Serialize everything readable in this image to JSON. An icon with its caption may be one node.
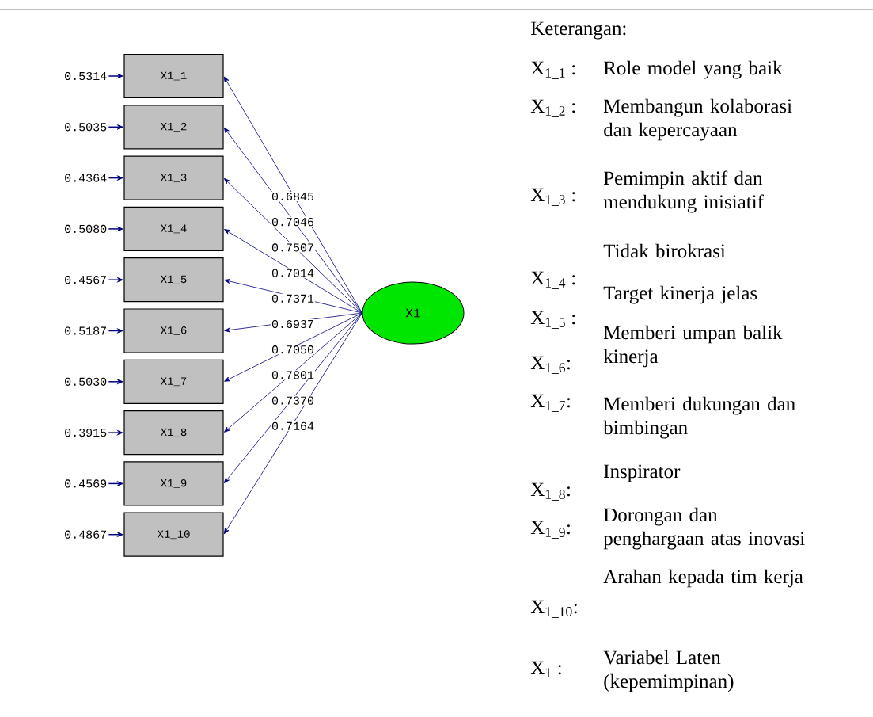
{
  "diagram": {
    "nodes": [
      {
        "text": [
          "X1_1"
        ]
      },
      {
        "text": [
          "X1_2"
        ]
      },
      {
        "text": [
          "X1_3"
        ]
      },
      {
        "text": [
          "X1_4"
        ]
      },
      {
        "text": [
          "X1_5"
        ]
      },
      {
        "text": [
          "X1_6"
        ]
      },
      {
        "text": [
          "X1_7"
        ]
      },
      {
        "text": [
          "X1_8"
        ]
      },
      {
        "text": [
          "X1_9"
        ]
      },
      {
        "text": [
          "X1_10"
        ]
      },
      {
        "text": [
          "X1"
        ]
      }
    ],
    "edges": [
      {
        "from": 10,
        "to": 0,
        "arrow": "to",
        "label": "0.6845"
      },
      {
        "from": 10,
        "to": 1,
        "arrow": "to",
        "label": "0.7046"
      },
      {
        "from": 10,
        "to": 2,
        "arrow": "to",
        "label": "0.7507"
      },
      {
        "from": 10,
        "to": 3,
        "arrow": "to",
        "label": "0.7014"
      },
      {
        "from": 10,
        "to": 4,
        "arrow": "to",
        "label": "0.7371"
      },
      {
        "from": 10,
        "to": 5,
        "arrow": "to",
        "label": "0.6937"
      },
      {
        "from": 10,
        "to": 6,
        "arrow": "to",
        "label": "0.7050"
      },
      {
        "from": 10,
        "to": 7,
        "arrow": "to",
        "label": "0.7801"
      },
      {
        "from": 10,
        "to": 8,
        "arrow": "to",
        "label": "0.7370"
      },
      {
        "from": 10,
        "to": 9,
        "arrow": "to",
        "label": "0.7164"
      },
      {
        "from": null,
        "to": 0,
        "arrow": "to",
        "label": "0.5314"
      },
      {
        "from": null,
        "to": 1,
        "arrow": "to",
        "label": "0.5035"
      },
      {
        "from": null,
        "to": 2,
        "arrow": "to",
        "label": "0.4364"
      },
      {
        "from": null,
        "to": 3,
        "arrow": "to",
        "label": "0.5080"
      },
      {
        "from": null,
        "to": 4,
        "arrow": "to",
        "label": "0.4567"
      },
      {
        "from": null,
        "to": 5,
        "arrow": "to",
        "label": "0.5187"
      },
      {
        "from": null,
        "to": 6,
        "arrow": "to",
        "label": "0.5030"
      },
      {
        "from": null,
        "to": 7,
        "arrow": "to",
        "label": "0.3915"
      },
      {
        "from": null,
        "to": 8,
        "arrow": "to",
        "label": "0.4569"
      },
      {
        "from": null,
        "to": 9,
        "arrow": "to",
        "label": "0.4867"
      }
    ],
    "labels": [
      "Keterangan:",
      "X$_{1_1}$ :",
      "Role model yang baik",
      "X$_{1_2}$ :",
      "Membangun kolaborasi dan kepercayaan",
      "X$_{1_3}$ :",
      "Pemimpin aktif dan mendukung inisiatif",
      "X$_{1_4}$ :",
      "Tidak birokrasi",
      "X$_{1_5}$ :",
      "Target kinerja jelas",
      "X$_{1_6}$:",
      "Memberi umpan balik kinerja",
      "X$_{1_7}$:",
      "Memberi dukungan dan bimbingan",
      "X$_{1_8}$:",
      "Inspirator",
      "X$_{1_9}$:",
      "Dorongan dan penghargaan atas inovasi",
      "X$_{1_10}$:",
      "Arahan kepada tim kerja",
      "X$_{1}$ :",
      "Variabel Laten (kepemimpinan)"
    ]
  }
}
